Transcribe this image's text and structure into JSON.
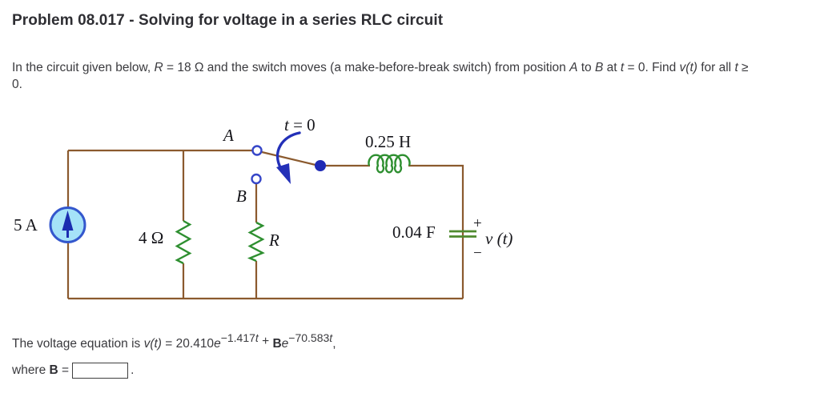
{
  "header": {
    "title": "Problem 08.017 - Solving for voltage in a series RLC circuit"
  },
  "problem": {
    "line1": [
      {
        "t": "In the circuit given below, "
      },
      {
        "t": "R",
        "i": true
      },
      {
        "t": " = 18 Ω and the switch moves (a make-before-break switch) from position "
      },
      {
        "t": "A",
        "i": true
      },
      {
        "t": " to "
      },
      {
        "t": "B",
        "i": true
      },
      {
        "t": " at "
      },
      {
        "t": "t",
        "i": true
      },
      {
        "t": " = 0. Find "
      },
      {
        "t": "v(t)",
        "i": true
      },
      {
        "t": " for all "
      },
      {
        "t": "t",
        "i": true
      },
      {
        "t": " ≥"
      }
    ],
    "line2": [
      {
        "t": "0."
      }
    ]
  },
  "circuit": {
    "wire_color": "#8b5a2e",
    "component_color": "#2e8f30",
    "switch_color": "#2330b8",
    "source_fill": "#a5e2f8",
    "source_border": "#3457cd",
    "labels": {
      "current_source": "5 A",
      "resistor_left": "4 Ω",
      "resistor_right": "R",
      "node_a": "A",
      "node_b": "B",
      "switch_time_var": "t",
      "switch_time_rest": " = 0",
      "inductor": "0.25 H",
      "capacitor": "0.04 F",
      "v_plus": "+",
      "v_label": "v (t)",
      "v_minus": "−"
    }
  },
  "answer": {
    "equation_segments": [
      {
        "t": "The voltage equation is "
      },
      {
        "t": "v(t)",
        "i": true
      },
      {
        "t": " = 20.410"
      },
      {
        "t": "e",
        "i": true
      },
      {
        "t": "−1.417",
        "sup": true
      },
      {
        "t": "t",
        "sup": true,
        "i": true
      },
      {
        "t": " + ",
        "raise": true
      },
      {
        "t": "B",
        "b": true
      },
      {
        "t": "e",
        "i": true
      },
      {
        "t": "−70.583",
        "sup": true
      },
      {
        "t": "t",
        "sup": true,
        "i": true
      },
      {
        "t": ","
      }
    ],
    "where_segments": [
      {
        "t": "where "
      },
      {
        "t": "B",
        "b": true
      },
      {
        "t": " ="
      }
    ],
    "input_value": "",
    "period": "."
  }
}
